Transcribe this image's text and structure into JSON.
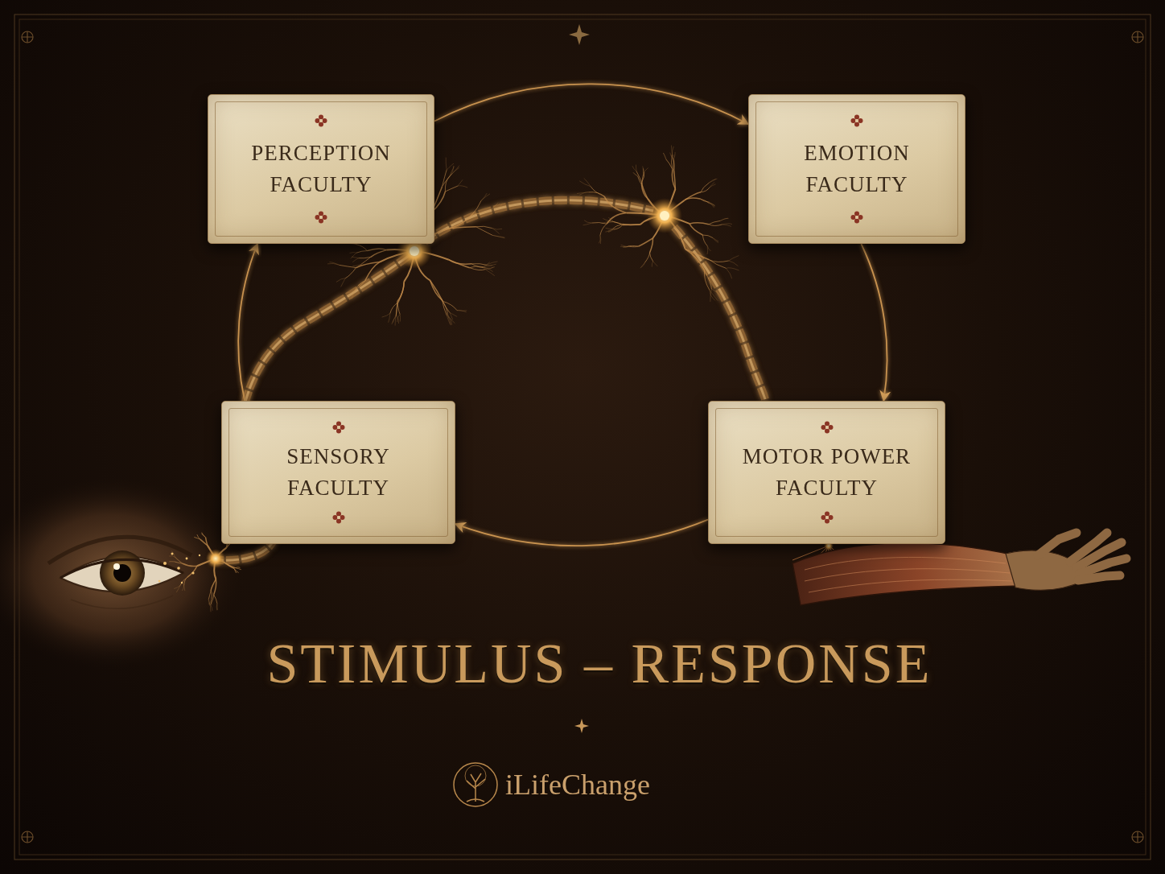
{
  "diagram": {
    "title": "STIMULUS – RESPONSE",
    "nodes": [
      {
        "text": [
          "PERCEPTION FACULTY"
        ]
      },
      {
        "text": [
          "EMOTION FACULTY"
        ]
      },
      {
        "text": [
          "SENSORY FACULTY"
        ]
      },
      {
        "text": [
          "MOTOR POWER FACULTY"
        ]
      }
    ],
    "edges": [
      {
        "from": 0,
        "to": 1,
        "arrow": "to"
      },
      {
        "from": 1,
        "to": 3,
        "arrow": "to"
      },
      {
        "from": 3,
        "to": 2,
        "arrow": "to"
      },
      {
        "from": 2,
        "to": 0,
        "arrow": "to"
      }
    ],
    "labels": [
      "iLifeChange"
    ]
  }
}
